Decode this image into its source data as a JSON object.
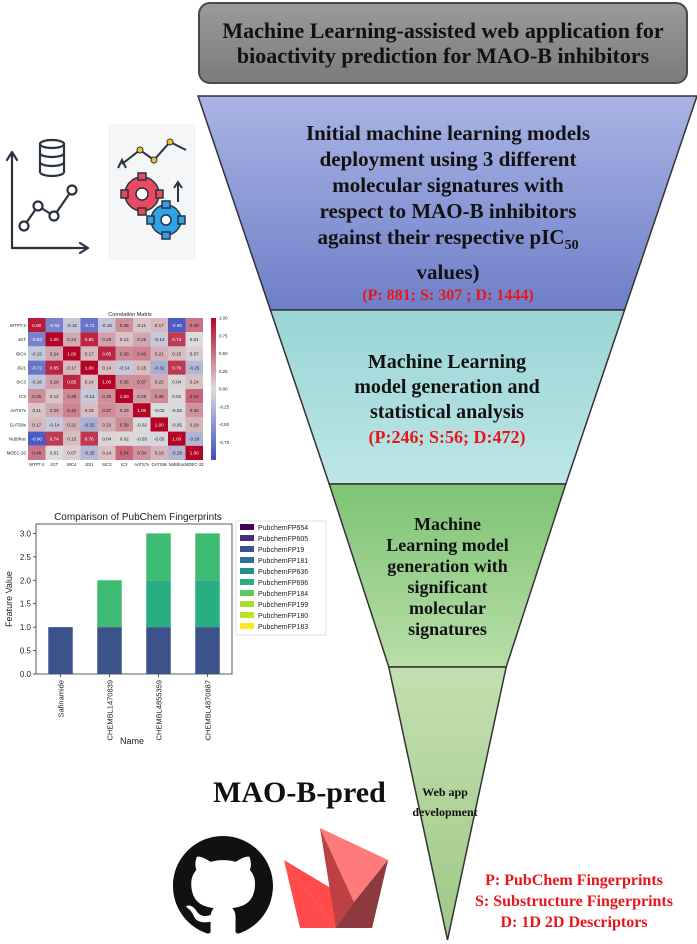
{
  "title": "Machine Learning-assisted web application for bioactivity prediction for MAO-B inhibitors",
  "funnel": {
    "stage1": {
      "line1": "Initial machine learning models",
      "line2": "deployment using 3 different",
      "line3": "molecular signatures with",
      "line4": "respect to MAO-B inhibitors",
      "line5a": "against their respective pIC",
      "line5sub": "50",
      "line6": "values)",
      "counts": "(P: 881; S: 307 ; D: 1444)"
    },
    "stage2": {
      "line1": "Machine Learning",
      "line2": "model generation and",
      "line3": "statistical analysis",
      "counts": "(P:246; S:56; D:472)"
    },
    "stage3": {
      "line1": "Machine",
      "line2": "Learning model",
      "line3": "generation with",
      "line4": "significant",
      "line5": "molecular",
      "line6": "signatures"
    },
    "stage4": {
      "line1": "Web app",
      "line2": "development"
    },
    "colors": {
      "stage1": "#8190d3",
      "stage2": "#a7dcdc",
      "stage3": "#9fcf8d",
      "stage4": "#b4d49a"
    }
  },
  "app_name": "MAO-B-pred",
  "legend": {
    "p": "P: PubChem Fingerprints",
    "s": "S: Substructure Fingerprints",
    "d": "D: 1D 2D Descriptors"
  },
  "heatmap": {
    "title": "Correlation Matrix",
    "labels": [
      "WTPT-2",
      "JGT",
      "BIC4",
      "JGI1",
      "SIC3",
      "IC3",
      "AATS7v",
      "GATS8s",
      "NoBIfrac",
      "MDEC-33"
    ],
    "colorbar_ticks": [
      "1.00",
      "0.75",
      "0.50",
      "0.25",
      "0.00",
      "-0.25",
      "-0.50",
      "-0.75"
    ],
    "values": [
      [
        "0.90",
        "-0.63",
        "-0.15",
        "-0.72",
        "-0.16",
        "0.36",
        "0.11",
        "0.17",
        "-0.90",
        "0.48"
      ],
      [
        "-0.63",
        "1.00",
        "0.24",
        "0.85",
        "0.28",
        "0.12",
        "0.25",
        "-0.14",
        "0.74",
        "0.01"
      ],
      [
        "-0.15",
        "0.24",
        "1.00",
        "0.17",
        "0.85",
        "0.38",
        "0.42",
        "0.21",
        "0.15",
        "0.07"
      ],
      [
        "-0.72",
        "0.85",
        "0.17",
        "1.00",
        "0.14",
        "-0.14",
        "0.15",
        "-0.32",
        "0.76",
        "-0.25"
      ],
      [
        "-0.16",
        "0.28",
        "0.85",
        "0.14",
        "1.00",
        "0.36",
        "0.37",
        "0.22",
        "0.04",
        "0.14"
      ],
      [
        "0.36",
        "0.12",
        "0.38",
        "-0.14",
        "0.36",
        "1.00",
        "0.29",
        "0.38",
        "0.02",
        "0.54"
      ],
      [
        "0.11",
        "0.25",
        "0.42",
        "0.15",
        "0.37",
        "0.29",
        "1.00",
        "-0.02",
        "-0.03",
        "0.34"
      ],
      [
        "0.17",
        "-0.14",
        "0.21",
        "-0.32",
        "0.22",
        "0.38",
        "-0.02",
        "1.00",
        "-0.05",
        "0.19"
      ],
      [
        "-0.90",
        "0.74",
        "0.15",
        "0.76",
        "0.04",
        "0.02",
        "-0.03",
        "-0.05",
        "1.00",
        "-0.28"
      ],
      [
        "0.48",
        "0.01",
        "0.07",
        "-0.25",
        "0.14",
        "0.54",
        "0.34",
        "0.19",
        "-0.28",
        "1.00"
      ]
    ]
  },
  "chart_data": {
    "type": "bar",
    "title": "Comparison of PubChem Fingerprints",
    "xlabel": "Name",
    "ylabel": "Feature Value",
    "categories": [
      "Safinamide",
      "CHEMBL1470839",
      "CHEMBL4855359",
      "CHEMBL4870887"
    ],
    "ylim": [
      0,
      3.2
    ],
    "yticks": [
      "0.0",
      "0.5",
      "1.0",
      "1.5",
      "2.0",
      "2.5",
      "3.0"
    ],
    "legend_position": "right",
    "legend": [
      "PubchemFP654",
      "PubchemFP605",
      "PubchemFP19",
      "PubchemFP181",
      "PubchemFP636",
      "PubchemFP696",
      "PubchemFP184",
      "PubchemFP199",
      "PubchemFP180",
      "PubchemFP183"
    ],
    "legend_colors": [
      "#440154",
      "#472d7b",
      "#3b528b",
      "#2c728e",
      "#21918c",
      "#28ae80",
      "#5ec962",
      "#addc30",
      "#bddf26",
      "#fde725"
    ],
    "series": [
      {
        "name": "PubchemFP19",
        "color": "#3b528b",
        "values": [
          1,
          1,
          1,
          1
        ]
      },
      {
        "name": "PubchemFP696",
        "color": "#28ae80",
        "values": [
          0,
          0,
          1,
          1
        ]
      },
      {
        "name": "PubchemFP184",
        "color": "#3fbc73",
        "values": [
          0,
          1,
          1,
          1
        ]
      }
    ]
  }
}
